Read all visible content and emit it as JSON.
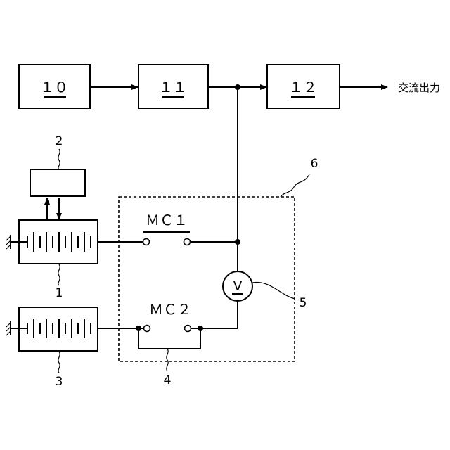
{
  "blocks": {
    "b10": "１０",
    "b11": "１１",
    "b12": "１２"
  },
  "output_label": "交流出力",
  "contactors": {
    "mc1": "ＭＣ１",
    "mc2": "ＭＣ２"
  },
  "voltmeter": "V",
  "refs": {
    "r1": "1",
    "r2": "2",
    "r3": "3",
    "r4": "4",
    "r5": "5",
    "r6": "6"
  }
}
